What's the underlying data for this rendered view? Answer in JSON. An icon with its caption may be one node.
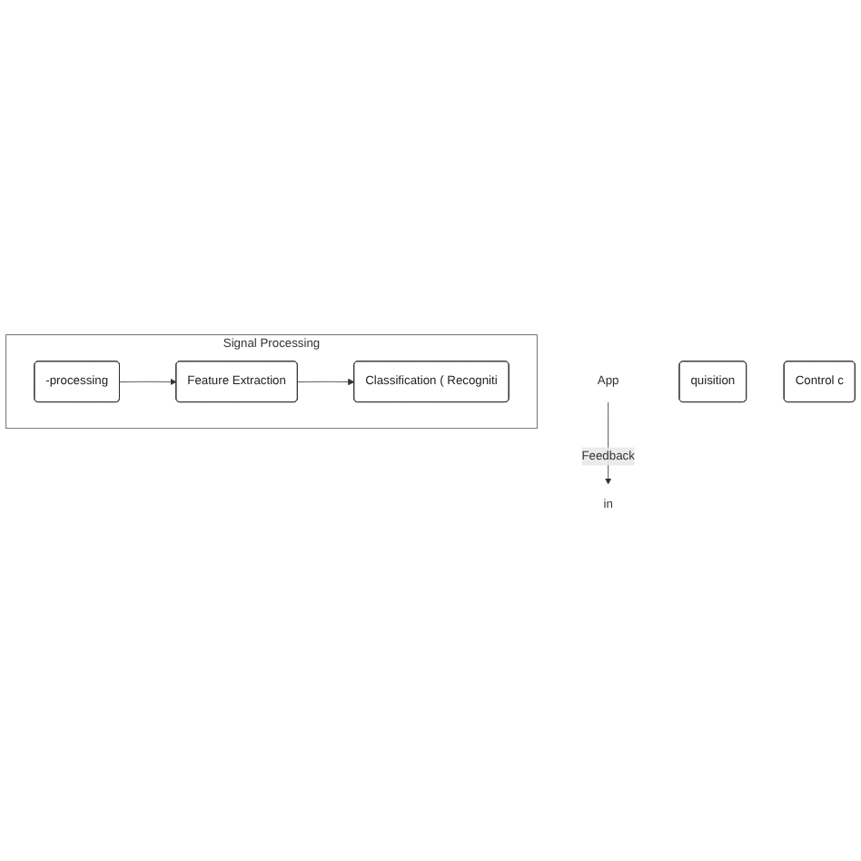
{
  "diagram": {
    "nodes": [
      {
        "text": [
          "in"
        ]
      },
      {
        "text": [
          "App"
        ]
      },
      {
        "text": [
          "quisition"
        ]
      },
      {
        "text": [
          "Control c"
        ]
      },
      {
        "text": [
          "Signal Processing"
        ]
      },
      {
        "text": [
          "-processing"
        ],
        "in": 4
      },
      {
        "text": [
          "Feature Extraction"
        ],
        "in": 4
      },
      {
        "text": [
          "Classification ( Recogniti"
        ],
        "in": 4
      }
    ],
    "edges": [
      {
        "from": 1,
        "to": 0,
        "arrow": "to",
        "label": "Feedback"
      },
      {
        "from": 5,
        "to": 6,
        "arrow": "to"
      },
      {
        "from": 6,
        "to": 7,
        "arrow": "to"
      }
    ]
  }
}
